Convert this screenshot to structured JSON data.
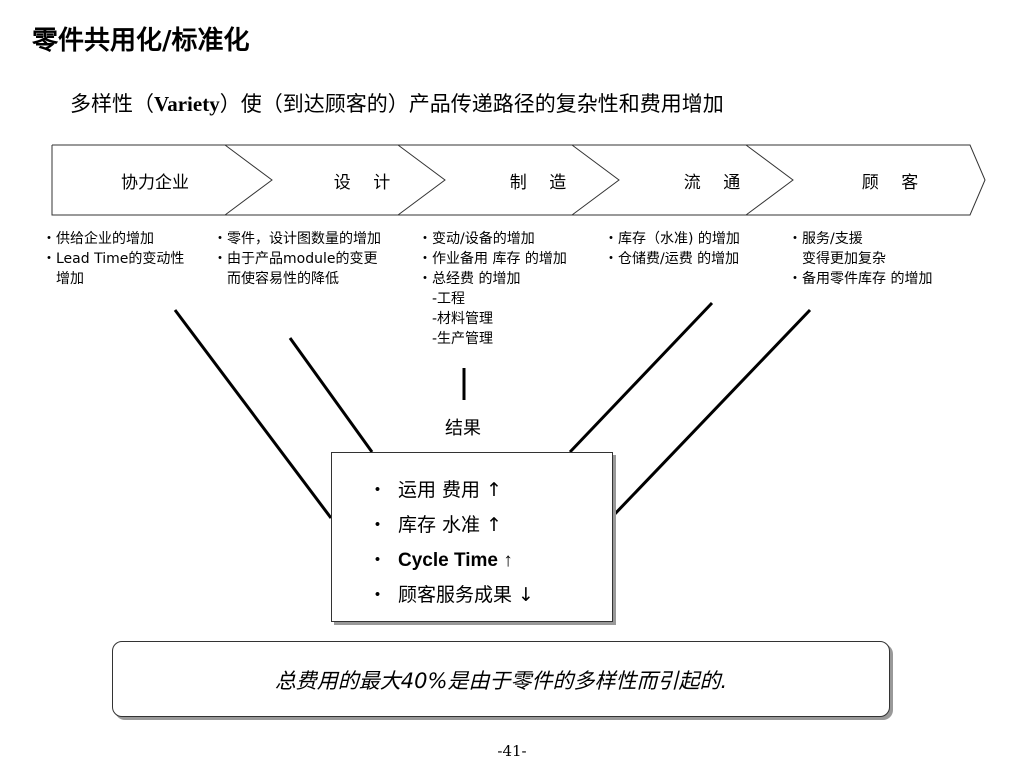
{
  "title": "零件共用化/标准化",
  "subtitle_prefix": "多样性（",
  "subtitle_bold": "Variety",
  "subtitle_suffix": "）使（到达顾客的）产品传递路径的复杂性和费用增加",
  "stages": [
    {
      "label": "协力企业"
    },
    {
      "label": "设　 计"
    },
    {
      "label": "制　 造"
    },
    {
      "label": "流　 通"
    },
    {
      "label": "顾　 客"
    }
  ],
  "stage_details": [
    [
      "・供给企业的增加",
      "・Lead Time的变动性",
      "　增加"
    ],
    [
      "・零件，设计图数量的增加",
      "・由于产品module的变更",
      "　而使容易性的降低"
    ],
    [
      "・变动/设备的增加",
      "・作业备用 库存 的增加",
      "・总经费 的增加",
      "　-工程",
      "　-材料管理",
      "　-生产管理"
    ],
    [
      "・库存（水准) 的增加",
      "・仓储费/运费 的增加"
    ],
    [
      "・服务/支援",
      "　变得更加复杂",
      "・备用零件库存 的增加"
    ]
  ],
  "result_label": "结果",
  "result_items": [
    {
      "bullet": "・",
      "text": "运用  费用 ↑"
    },
    {
      "bullet": "・",
      "text": "库存  水准 ↑"
    },
    {
      "bullet": "・",
      "text": "Cycle Time ↑"
    },
    {
      "bullet": "・",
      "text": "顾客服务成果 ↓"
    }
  ],
  "summary": "总费用的最大40%是由于零件的多样性而引起的.",
  "page_number": "-41-"
}
